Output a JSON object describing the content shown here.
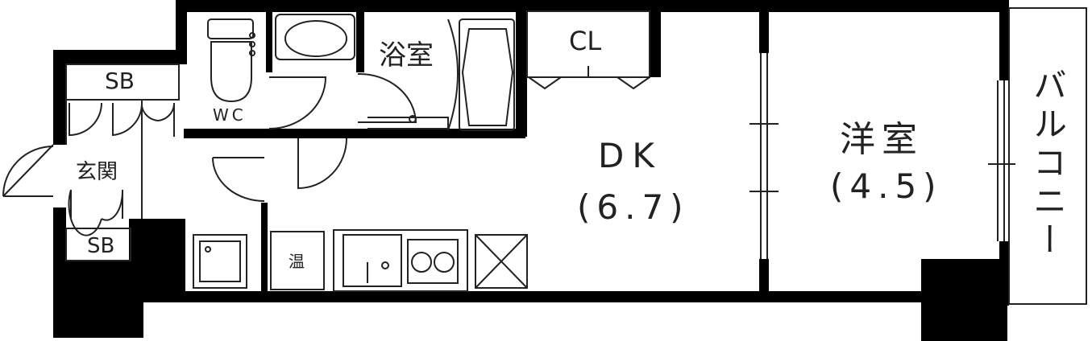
{
  "rooms": {
    "bath": "浴室",
    "closet": "CL",
    "dk_name": "DK",
    "dk_size": "(6.7)",
    "western_name": "洋室",
    "western_size": "(4.5)",
    "wc": "WC",
    "sb_top": "SB",
    "sb_bottom": "SB",
    "entrance": "玄関",
    "balcony": "バルコニー",
    "water_heater": "温"
  },
  "colors": {
    "wall": "#000000",
    "line": "#222222",
    "background": "#ffffff"
  }
}
